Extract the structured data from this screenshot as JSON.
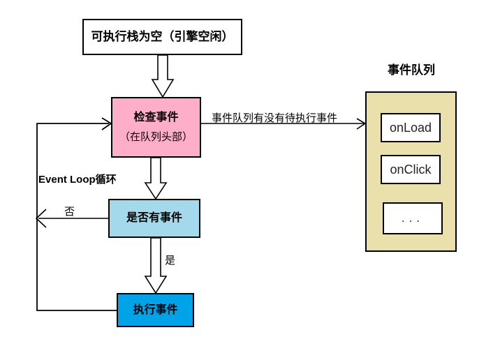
{
  "diagram": {
    "title_text": "",
    "nodes": {
      "stack_empty": {
        "label": "可执行栈为空（引擎空闲）",
        "color": "#ffffff"
      },
      "check_event": {
        "label": "检查事件",
        "sublabel": "（在队列头部）",
        "color": "#ffaec9"
      },
      "has_event": {
        "label": "是否有事件",
        "color": "#a3d9ea"
      },
      "run_event": {
        "label": "执行事件",
        "color": "#00a2e8"
      }
    },
    "queue": {
      "title": "事件队列",
      "color": "#e9e0ab",
      "items": [
        {
          "label": "onLoad"
        },
        {
          "label": "onClick"
        },
        {
          "label": "..."
        }
      ]
    },
    "edge_labels": {
      "queue_question": "事件队列有没有待执行事件",
      "event_loop": "Event Loop循环",
      "no": "否",
      "yes": "是"
    },
    "colors": {
      "stroke": "#000000",
      "background": "#ffffff",
      "pink": "#ffaec9",
      "cyan": "#a3d9ea",
      "blue": "#00a2e8",
      "yellow": "#e9e0ab"
    }
  }
}
